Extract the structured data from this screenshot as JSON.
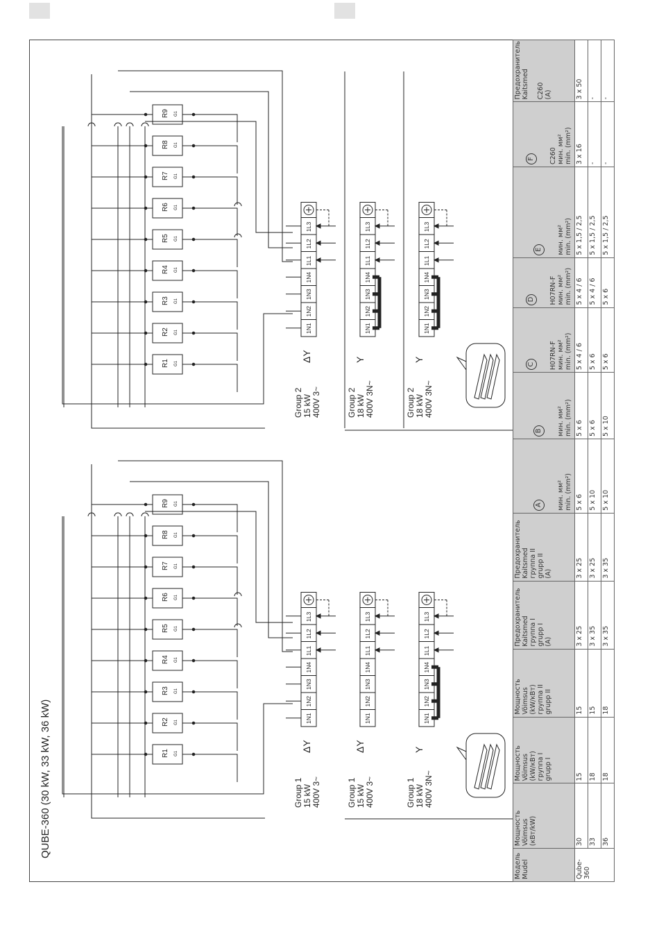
{
  "title": "QUBE-360 (30 kW, 33 kW, 36 kW)",
  "resistors": [
    "R1",
    "R2",
    "R3",
    "R4",
    "R5",
    "R6",
    "R7",
    "R8",
    "R9"
  ],
  "resistor_tag": "G1",
  "terminals": [
    "1N1",
    "1N2",
    "1N3",
    "1N4",
    "1L1",
    "1L2",
    "1L3"
  ],
  "ground_symbol": "⏚",
  "connections": [
    {
      "group": "Group 1",
      "power": "15 kW",
      "supply": "400V 3~",
      "symbol": "ΔY"
    },
    {
      "group": "Group 1",
      "power": "15 kW",
      "supply": "400V 3~",
      "symbol": "ΔY"
    },
    {
      "group": "Group 1",
      "power": "18 kW",
      "supply": "400V 3N~",
      "symbol": "Y"
    },
    {
      "group": "Group 2",
      "power": "15 kW",
      "supply": "400V 3~",
      "symbol": "ΔY"
    },
    {
      "group": "Group 2",
      "power": "18 kW",
      "supply": "400V 3N~",
      "symbol": "Y"
    },
    {
      "group": "Group 2",
      "power": "18 kW",
      "supply": "400V 3N~",
      "symbol": "Y"
    }
  ],
  "table": {
    "headers": [
      {
        "text": "Модель\nMudel"
      },
      {
        "text": "Мощность\nVõimsus\n(кВт/kW)"
      },
      {
        "text": "Мощность\nVõimsus\n(kW/кВт)\nгруппа I\ngrupp I"
      },
      {
        "text": "Мощность\nVõimsus\n(kW/кВт)\nгруппа II\ngrupp II"
      },
      {
        "text": "Предохранитель\nKaitsmed\nгруппа I\ngrupp I\n(A)"
      },
      {
        "text": "Предохранитель\nKaitsmed\nгруппа II\ngrupp II\n(A)"
      },
      {
        "circle": "A",
        "text": "мин. мм²\nmin. (mm²)"
      },
      {
        "circle": "B",
        "text": "мин. мм²\nmin. (mm²)"
      },
      {
        "circle": "C",
        "text": "H07RN-F\nмин. мм²\nmin. (mm²)"
      },
      {
        "circle": "D",
        "text": "H07RN-F\nмин. мм²\nmin. (mm²)"
      },
      {
        "circle": "E",
        "text": "мин. мм²\nmin. (mm²)"
      },
      {
        "circle": "F",
        "text": "C260\nмин. мм²\nmin. (mm²)"
      },
      {
        "text": "Предохранитель\nKaitsmed\n\nC260\n(A)"
      }
    ],
    "model": "Qube-\n360",
    "rows": [
      [
        "30",
        "15",
        "15",
        "3 x 25",
        "3 x 25",
        "5 x 6",
        "5 x 6",
        "5 x 4 / 6",
        "5 x 4 / 6",
        "5 x 1,5 / 2,5",
        "3 x 16",
        "3 x 50"
      ],
      [
        "33",
        "18",
        "15",
        "3 x 35",
        "3 x 25",
        "5 x 10",
        "5 x 6",
        "5 x 6",
        "5 x 4 / 6",
        "5 x 1,5 / 2,5",
        "-",
        "-"
      ],
      [
        "36",
        "18",
        "18",
        "3 x 35",
        "3 x 35",
        "5 x 10",
        "5 x 10",
        "5 x 6",
        "5 x 6",
        "5 x 1,5 / 2,5",
        "-",
        "-"
      ]
    ]
  }
}
